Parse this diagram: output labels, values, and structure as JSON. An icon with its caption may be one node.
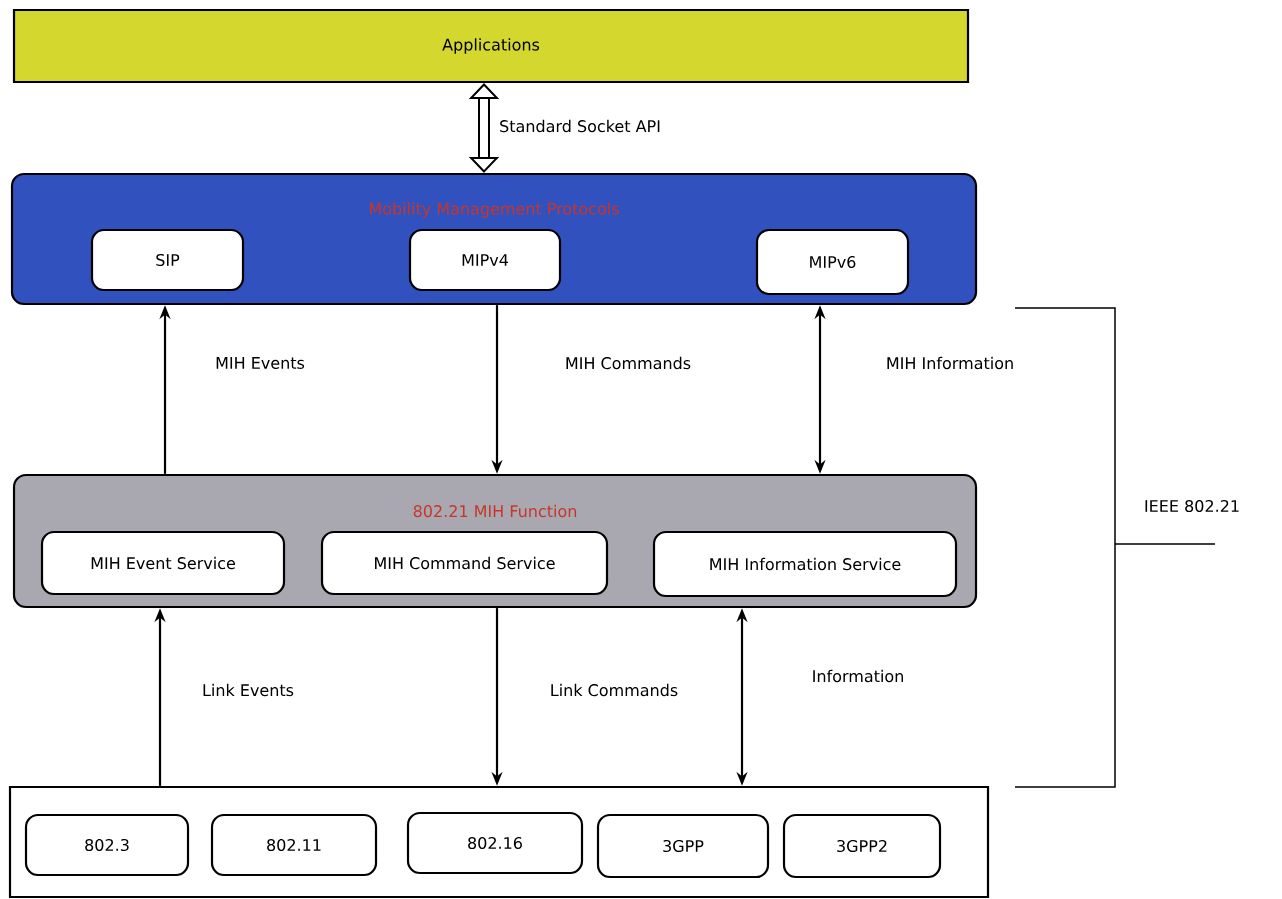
{
  "diagram": {
    "nodes": [
      {
        "text": [
          "Applications"
        ]
      },
      {
        "text": [
          "Mobility Management Protocols"
        ]
      },
      {
        "text": [
          "SIP"
        ],
        "in": 1
      },
      {
        "text": [
          "MIPv4"
        ],
        "in": 1
      },
      {
        "text": [
          "MIPv6"
        ],
        "in": 1
      },
      {
        "text": [
          "802.21 MIH Function"
        ]
      },
      {
        "text": [
          "MIH Event Service"
        ],
        "in": 5
      },
      {
        "text": [
          "MIH Command Service"
        ],
        "in": 5
      },
      {
        "text": [
          "MIH Information Service"
        ],
        "in": 5
      },
      {
        "text": [],
        "shape": "box"
      },
      {
        "text": [
          "802.3"
        ],
        "in": 9
      },
      {
        "text": [
          "802.11"
        ],
        "in": 9
      },
      {
        "text": [
          "802.16"
        ],
        "in": 9
      },
      {
        "text": [
          "3GPP"
        ],
        "in": 9
      },
      {
        "text": [
          "3GPP2"
        ],
        "in": 9
      }
    ],
    "edges": [
      {
        "from": 0,
        "to": 1,
        "arrow": "both",
        "style": "thick",
        "label": "Standard Socket API"
      },
      {
        "from": 5,
        "to": 1,
        "arrow": "to",
        "label": "MIH Events"
      },
      {
        "from": 1,
        "to": 5,
        "arrow": "to",
        "label": "MIH Commands"
      },
      {
        "from": 1,
        "to": 5,
        "arrow": "both",
        "label": "MIH Information"
      },
      {
        "from": 9,
        "to": 5,
        "arrow": "to",
        "label": "Link Events"
      },
      {
        "from": 5,
        "to": 9,
        "arrow": "to",
        "label": "Link Commands"
      },
      {
        "from": 5,
        "to": 9,
        "arrow": "both",
        "label": "Information"
      }
    ],
    "labels": [
      "IEEE 802.21"
    ]
  }
}
